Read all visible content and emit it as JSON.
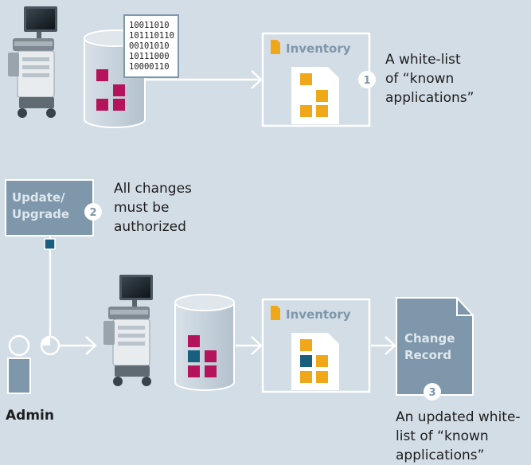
{
  "top": {
    "binary_lines": [
      "10011010",
      "101110110",
      "00101010",
      "10111000",
      "10000110"
    ],
    "inventory_label": "Inventory",
    "step_number": "1",
    "description": [
      "A white-list",
      "of “known",
      "applications”"
    ]
  },
  "update": {
    "label_line1": "Update/",
    "label_line2": "Upgrade",
    "step_number": "2",
    "description": [
      "All changes",
      "must be",
      "authorized"
    ]
  },
  "bottom": {
    "inventory_label": "Inventory",
    "change_record_line1": "Change",
    "change_record_line2": "Record",
    "step_number": "3",
    "description": [
      "An updated white-",
      "list of “known",
      "applications”"
    ],
    "admin_label": "Admin"
  },
  "colors": {
    "background": "#d3dde6",
    "steel": "#7e97ab",
    "magenta": "#b5145c",
    "orange": "#f0a818",
    "teal": "#18607e",
    "white": "#ffffff"
  }
}
